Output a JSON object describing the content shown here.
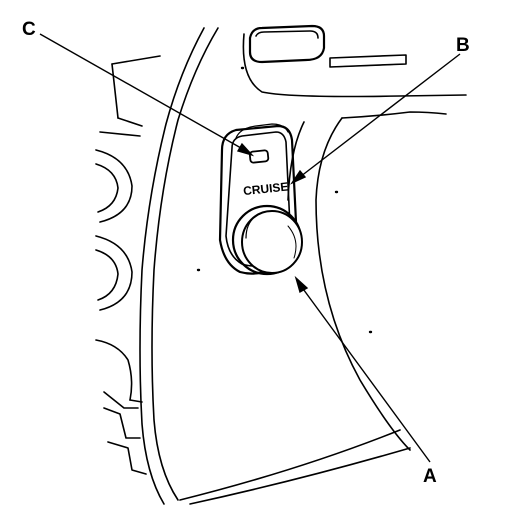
{
  "diagram": {
    "callouts": {
      "a": "A",
      "b": "B",
      "c": "C"
    },
    "button_text": "CRUISE",
    "colors": {
      "line": "#000000",
      "background": "#ffffff"
    }
  }
}
